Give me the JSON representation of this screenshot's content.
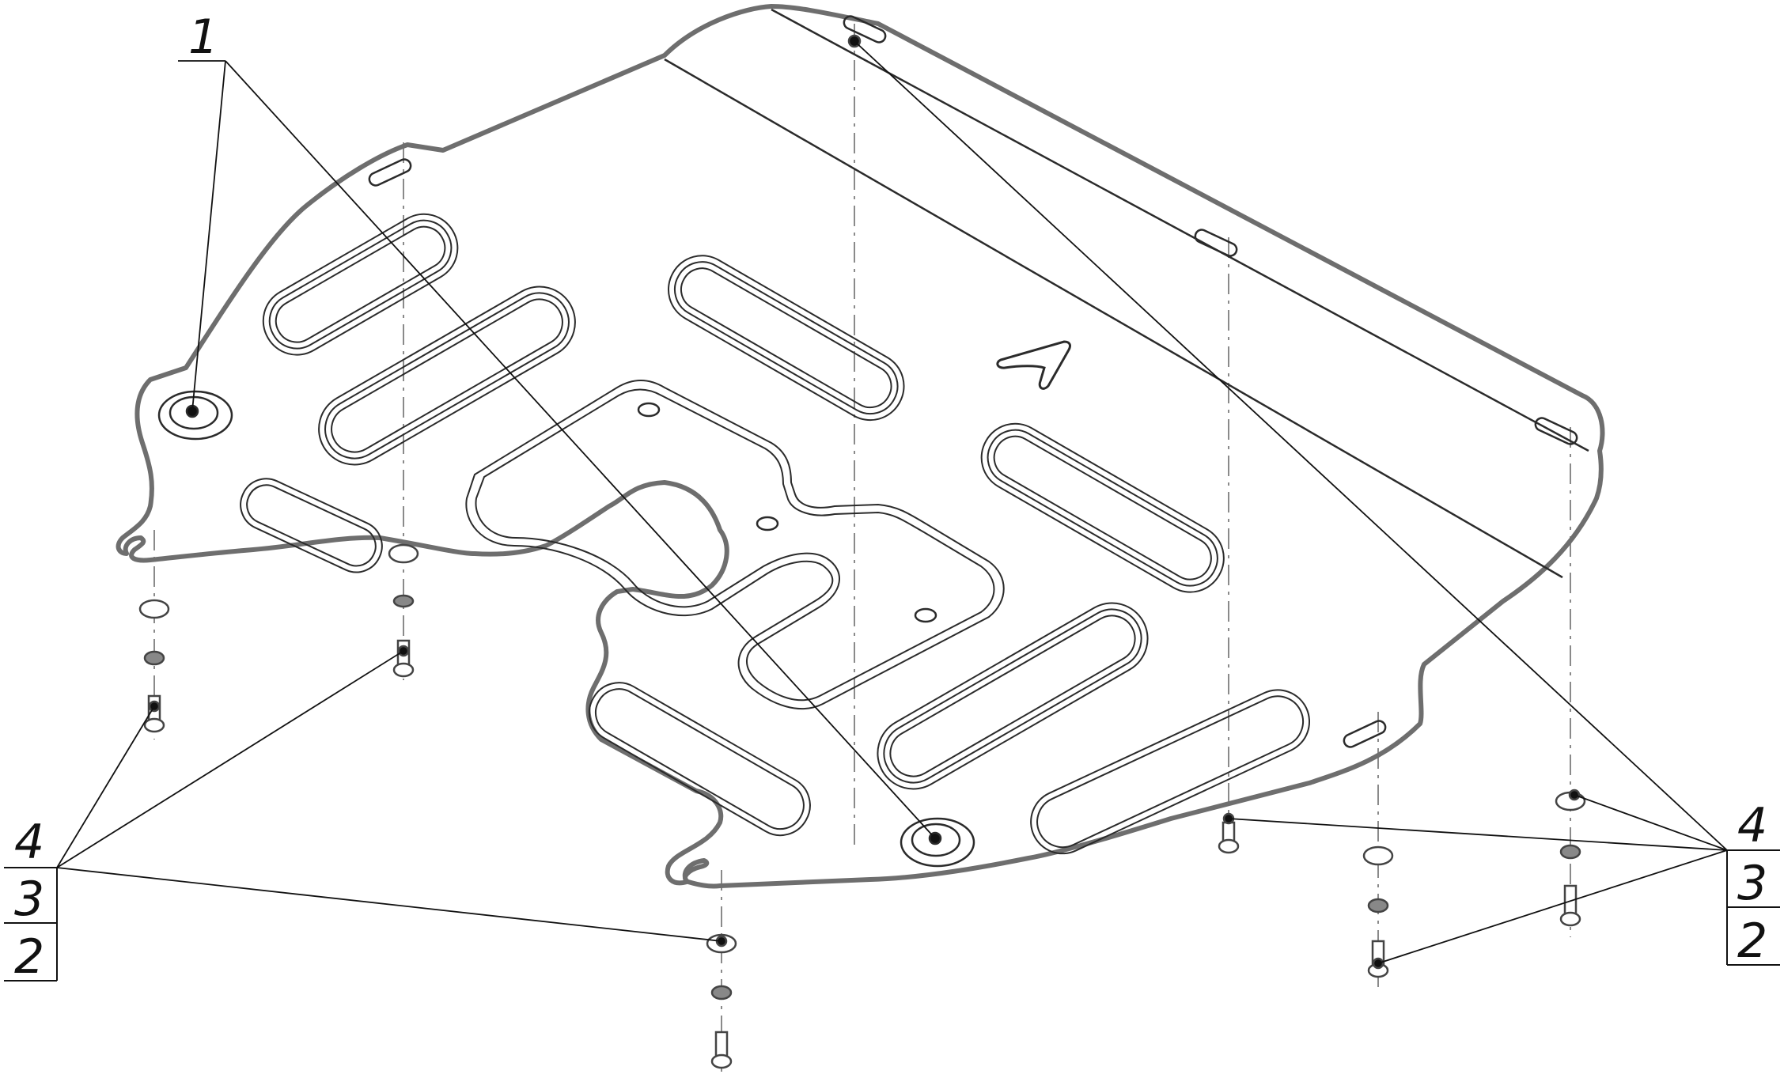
{
  "colors": {
    "background": "#ffffff",
    "outline": "#6e6e6e",
    "detail": "#2b2b2b",
    "leader": "#111111",
    "centerline": "#8a8a8a"
  },
  "callouts": {
    "part_1": "1",
    "left_stack": {
      "top": "4",
      "middle": "3",
      "bottom": "2"
    },
    "right_stack": {
      "top": "4",
      "middle": "3",
      "bottom": "2"
    }
  },
  "icons": {
    "arrow_mark": "arrow-mark-icon",
    "bolt": "bolt-icon",
    "washer": "washer-icon",
    "grommet": "grommet-icon"
  }
}
